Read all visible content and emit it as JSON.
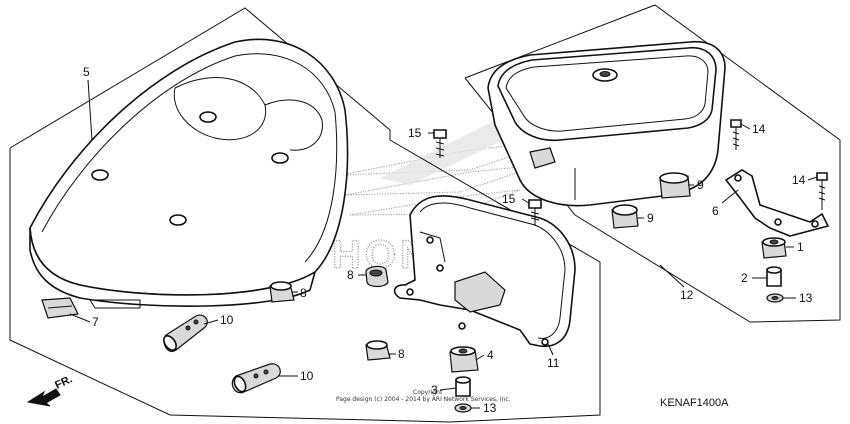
{
  "diagram": {
    "code": "KENAF1400A",
    "direction_label": "FR.",
    "copyright_line1": "Copyright",
    "copyright_line2": "Page design (c) 2004 - 2014 by ARI Network Services, Inc.",
    "watermark": "HONDA",
    "callouts": {
      "c5": "5",
      "c7": "7",
      "c8a": "8",
      "c8b": "8",
      "c8c": "8",
      "c10a": "10",
      "c10b": "10",
      "c15a": "15",
      "c15b": "15",
      "c4": "4",
      "c3": "3",
      "c13a": "13",
      "c11": "11",
      "c12": "12",
      "c9a": "9",
      "c9b": "9",
      "c14a": "14",
      "c14b": "14",
      "c6": "6",
      "c1": "1",
      "c2": "2",
      "c13b": "13"
    }
  }
}
